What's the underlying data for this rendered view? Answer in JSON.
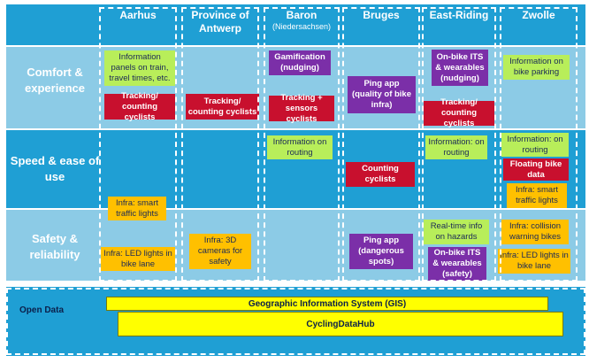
{
  "columns": [
    {
      "name": "Aarhus"
    },
    {
      "name": "Province of Antwerp"
    },
    {
      "name": "Baron",
      "sub": "(Niedersachsen)"
    },
    {
      "name": "Bruges"
    },
    {
      "name": "East-Riding"
    },
    {
      "name": "Zwolle"
    }
  ],
  "rows": [
    {
      "label": "Comfort & experience"
    },
    {
      "label": "Speed & ease of use"
    },
    {
      "label": "Safety & reliability"
    }
  ],
  "boxes": {
    "aarhus_info": "Information panels on train, travel times, etc.",
    "aarhus_tracking": "Tracking/ counting cyclists",
    "aarhus_traffic_lights": "Infra: smart traffic lights",
    "aarhus_led": "Infra: LED lights in bike lane",
    "antwerp_tracking": "Tracking/ counting cyclists",
    "antwerp_cameras": "Infra: 3D cameras for safety",
    "baron_gamification": "Gamification (nudging)",
    "baron_tracking": "Tracking + sensors cyclists",
    "baron_info_routing": "Information on routing",
    "bruges_ping_quality": "Ping app (quality of bike infra)",
    "bruges_counting": "Counting cyclists",
    "bruges_ping_dangerous": "Ping app (dangerous spots)",
    "eastriding_onbike_nudging": "On-bike ITS & wearables (nudging)",
    "eastriding_tracking": "Tracking/ counting cyclists",
    "eastriding_info_routing": "Information: on routing",
    "eastriding_realtime": "Real-time info on hazards",
    "eastriding_onbike_safety": "On-bike ITS & wearables (safety)",
    "zwolle_info_parking": "Information on bike parking",
    "zwolle_info_routing": "Information: on routing",
    "zwolle_floating": "Floating bike data",
    "zwolle_traffic_lights": "Infra: smart traffic lights",
    "zwolle_collision": "Infra:    collision warning bikes",
    "zwolle_led": "Infra: LED lights in bike lane"
  },
  "open_data": {
    "label": "Open Data",
    "gis": "Geographic Information System (GIS)",
    "hub": "CyclingDataHub"
  },
  "colors": {
    "header_blue": "#1f9fd4",
    "light_blue": "#8ccbe6",
    "green": "#b8ee5a",
    "red": "#c8102e",
    "purple": "#7b2fa8",
    "orange": "#ffc000",
    "yellow": "#ffff00"
  }
}
